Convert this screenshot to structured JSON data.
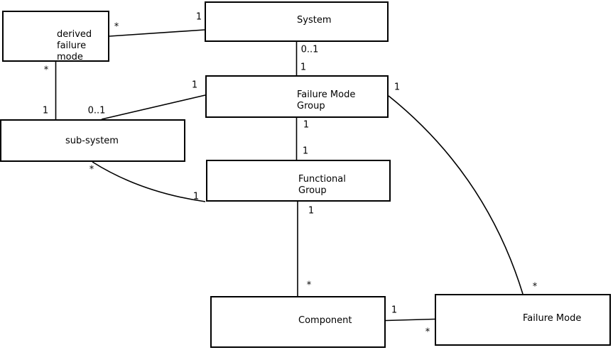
{
  "diagram": {
    "type": "uml-class-diagram",
    "background_color": "#ffffff",
    "line_color": "#000000",
    "nodes": [
      {
        "id": "derived-failure-mode",
        "lines": [
          "derived",
          "failure",
          "mode"
        ]
      },
      {
        "id": "system",
        "lines": [
          "System"
        ]
      },
      {
        "id": "failure-mode-group",
        "lines": [
          "Failure Mode",
          "Group"
        ]
      },
      {
        "id": "sub-system",
        "lines": [
          "sub-system"
        ]
      },
      {
        "id": "functional-group",
        "lines": [
          "Functional",
          "Group"
        ]
      },
      {
        "id": "component",
        "lines": [
          "Component"
        ]
      },
      {
        "id": "failure-mode",
        "lines": [
          "Failure Mode"
        ]
      }
    ],
    "edges": [
      {
        "source": "System",
        "target": "derived failure mode",
        "source_mult": "1",
        "target_mult": "*"
      },
      {
        "source": "System",
        "target": "Failure Mode Group",
        "source_mult": "0..1",
        "target_mult": "1"
      },
      {
        "source": "derived failure mode",
        "target": "sub-system",
        "source_mult": "*",
        "target_mult": "1"
      },
      {
        "source": "Failure Mode Group",
        "target": "sub-system",
        "source_mult": "1",
        "target_mult": "0..1"
      },
      {
        "source": "Failure Mode Group",
        "target": "Functional Group",
        "source_mult": "1",
        "target_mult": "1"
      },
      {
        "source": "sub-system",
        "target": "Functional Group",
        "source_mult": "*",
        "target_mult": "1"
      },
      {
        "source": "Functional Group",
        "target": "Component",
        "source_mult": "1",
        "target_mult": "*"
      },
      {
        "source": "Component",
        "target": "Failure Mode",
        "source_mult": "1",
        "target_mult": "*"
      },
      {
        "source": "Failure Mode Group",
        "target": "Failure Mode",
        "source_mult": "1",
        "target_mult": "*"
      }
    ]
  }
}
